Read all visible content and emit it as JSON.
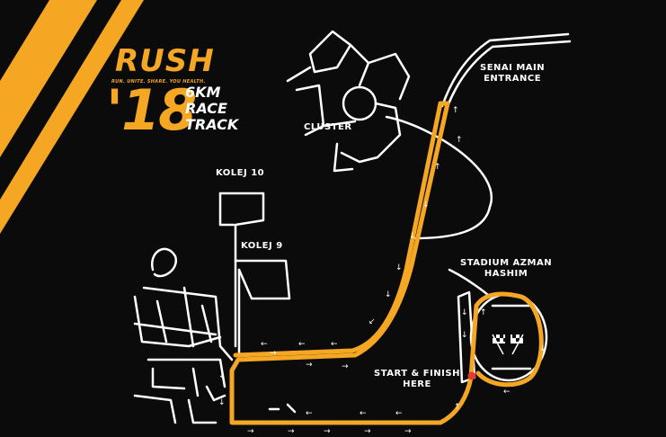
{
  "brand": {
    "name": "RUSH",
    "tagline": "RUN. UNITE. SHARE. YOU HEALTH.",
    "year": "'18",
    "distance": "6KM",
    "race": "RACE",
    "track": "TRACK"
  },
  "labels": {
    "senai_line1": "SENAI MAIN",
    "senai_line2": "ENTRANCE",
    "cluster": "CLUSTER",
    "kolej10": "KOLEJ 10",
    "kolej9": "KOLEJ 9",
    "stadium_line1": "STADIUM AZMAN",
    "stadium_line2": "HASHIM",
    "start_line1": "START & FINISH",
    "start_line2": "HERE"
  },
  "colors": {
    "background": "#0b0b0b",
    "route": "#f5a623",
    "roads": "#ffffff",
    "start_marker": "#e53935"
  },
  "icons": [
    "checkered-flags-icon",
    "direction-arrow-icon"
  ]
}
